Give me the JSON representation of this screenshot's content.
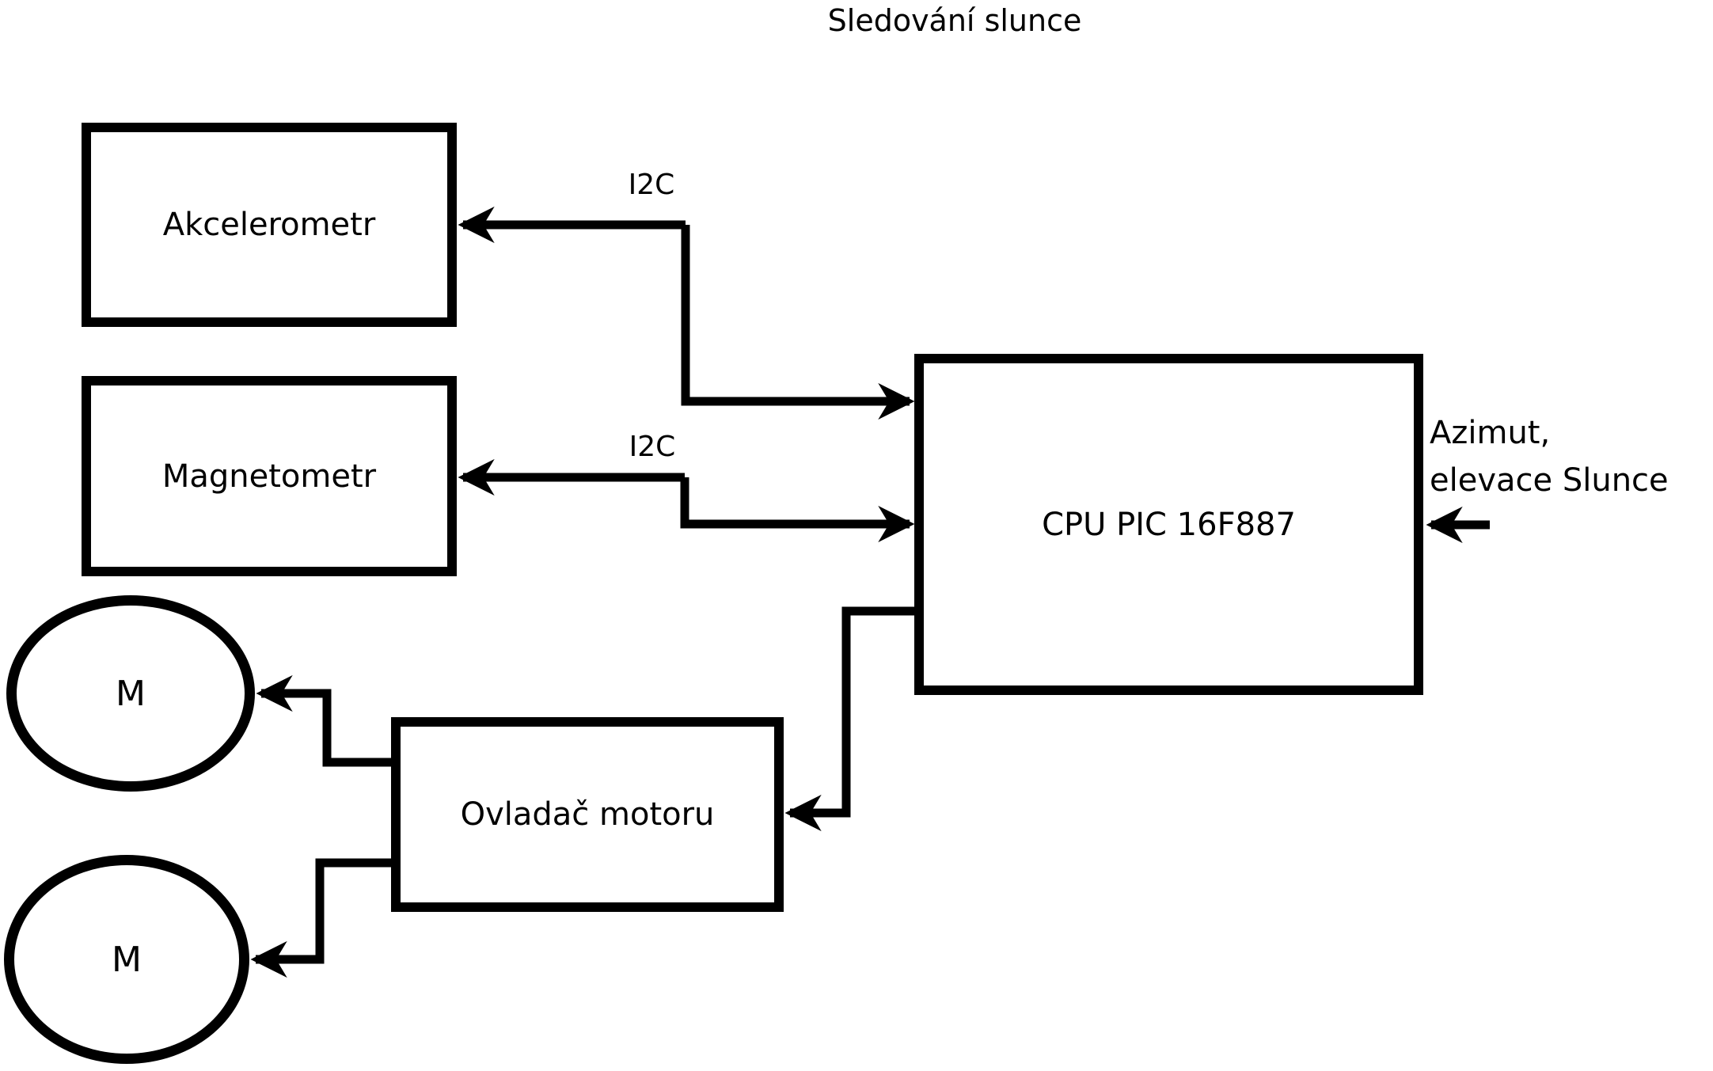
{
  "title": "Sledování slunce",
  "blocks": {
    "akcelerometr": {
      "label": "Akcelerometr"
    },
    "magnetometr": {
      "label": "Magnetometr"
    },
    "cpu": {
      "label": "CPU PIC 16F887"
    },
    "ovladac": {
      "label": "Ovladač motoru"
    },
    "motor1": {
      "label": "M"
    },
    "motor2": {
      "label": "M"
    }
  },
  "connections": {
    "i2c_akcelerometr": {
      "label": "I2C"
    },
    "i2c_magnetometr": {
      "label": "I2C"
    },
    "azimut": {
      "line1": "Azimut,",
      "line2": "elevace Slunce"
    }
  },
  "colors": {
    "line": "#000000",
    "background": "#ffffff"
  }
}
